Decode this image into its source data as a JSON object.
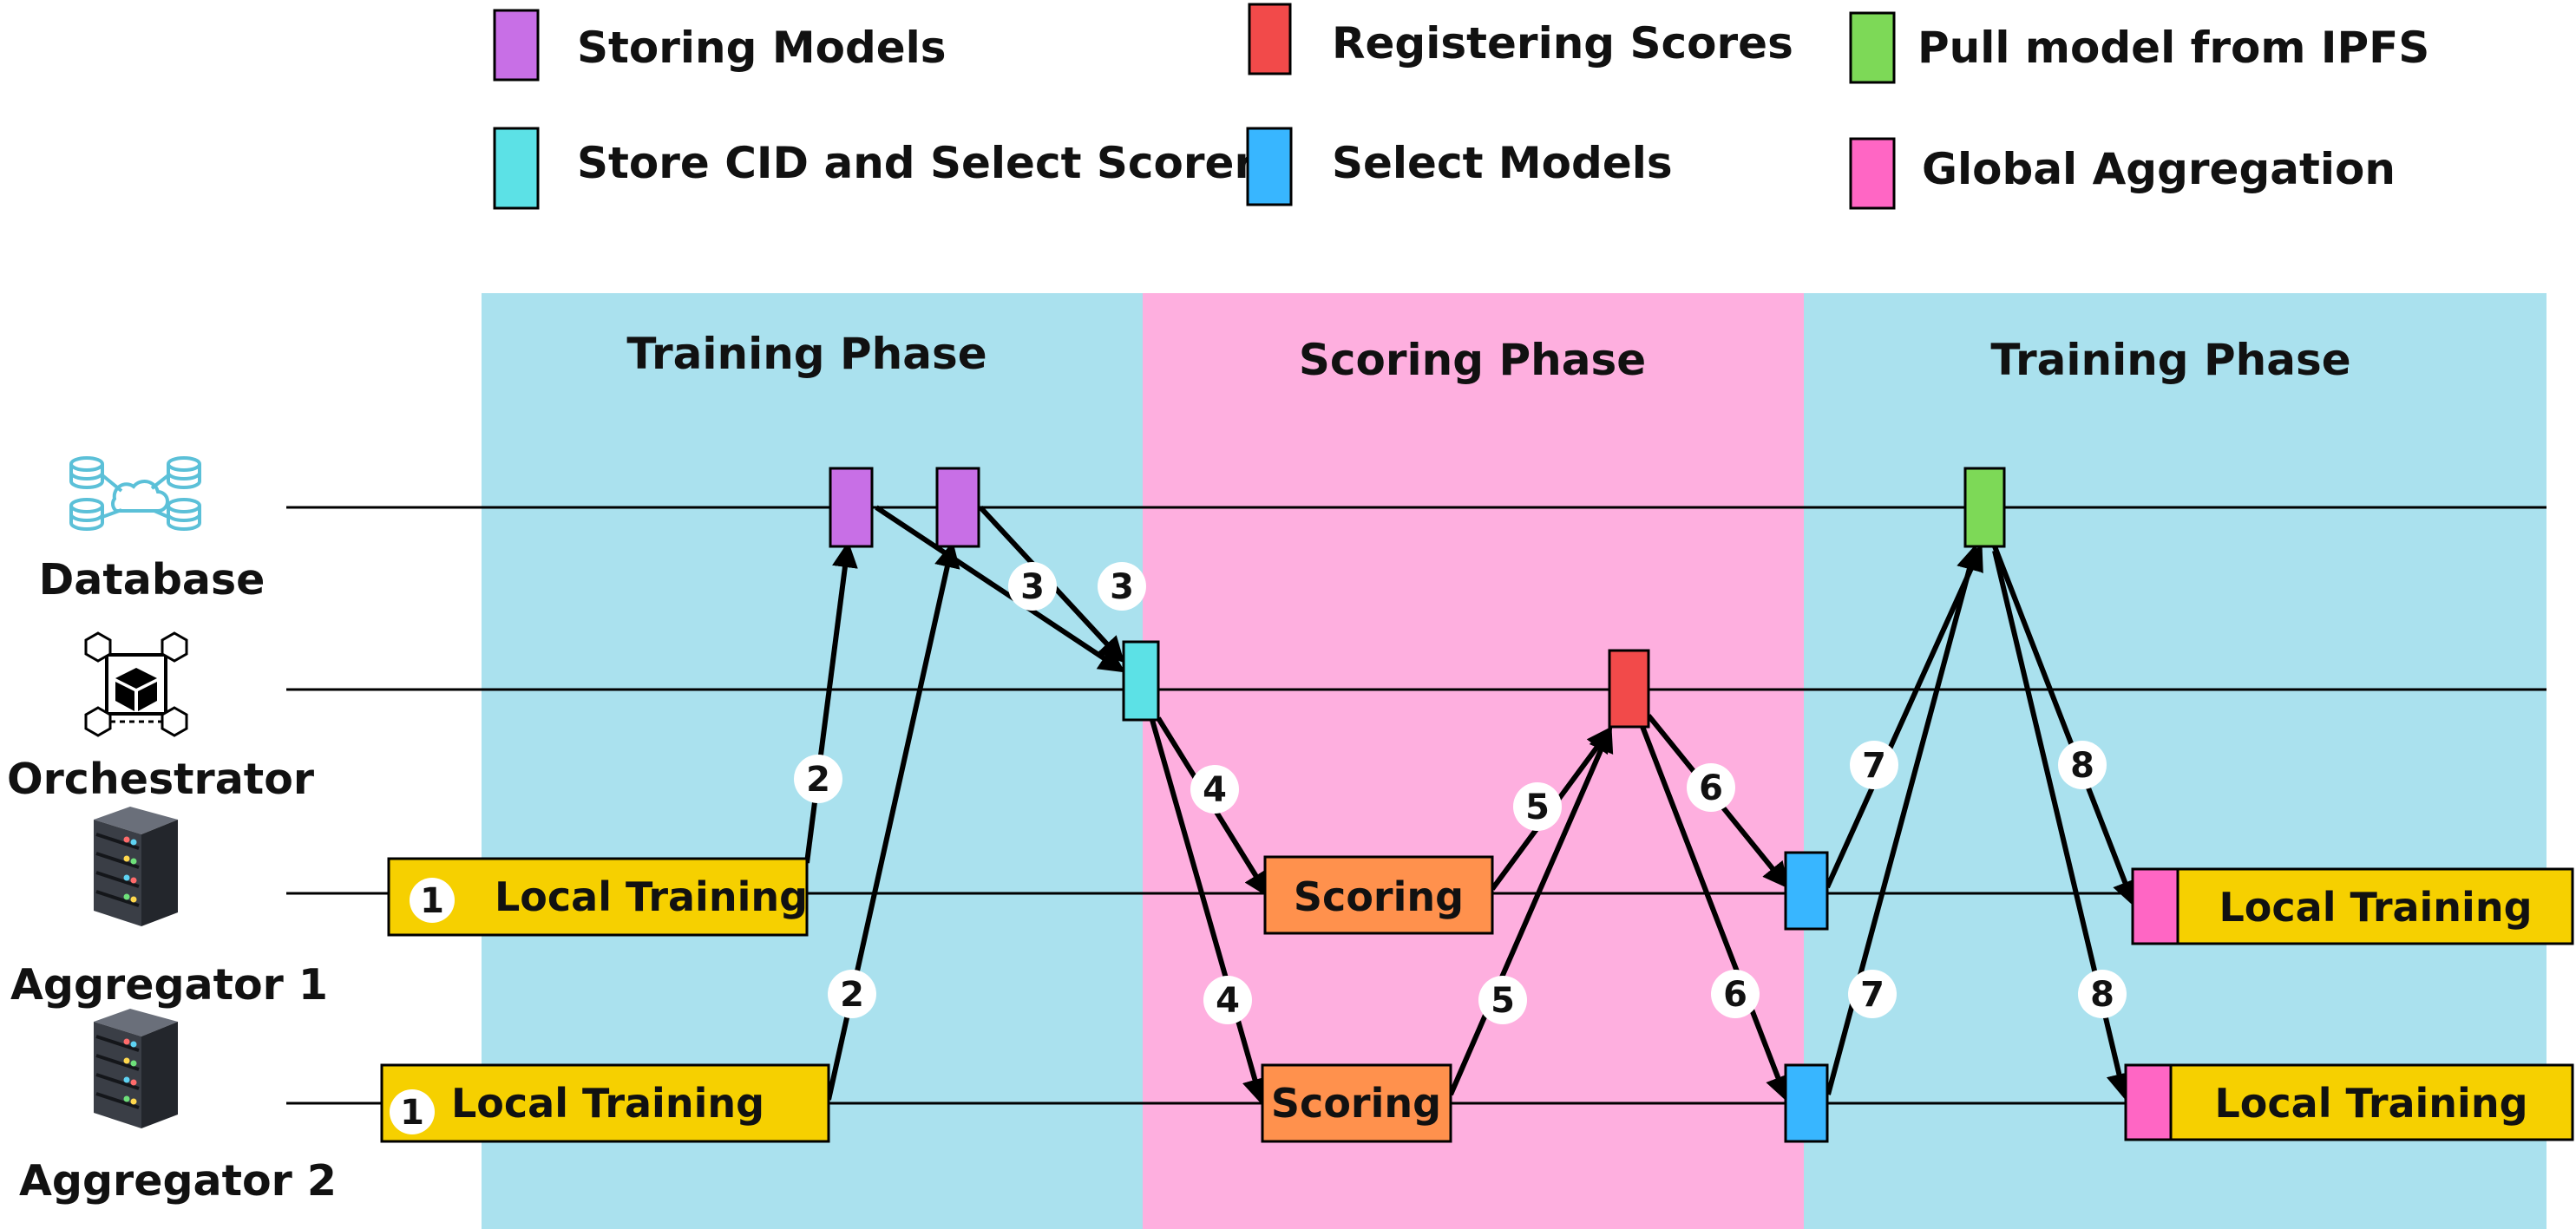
{
  "legend": [
    {
      "label": "Storing Models",
      "color": "#C86FE6"
    },
    {
      "label": "Registering Scores",
      "color": "#F24A4A"
    },
    {
      "label": "Pull model from IPFS",
      "color": "#7DD957"
    },
    {
      "label": "Store CID and Select Scorers",
      "color": "#5CE1E6"
    },
    {
      "label": "Select Models",
      "color": "#38B6FF"
    },
    {
      "label": "Global Aggregation",
      "color": "#FF66C4"
    }
  ],
  "phases": [
    {
      "label": "Training Phase",
      "color": "#AAE1EE"
    },
    {
      "label": "Scoring Phase",
      "color": "#FEAFDF"
    },
    {
      "label": "Training Phase",
      "color": "#AAE1EE"
    }
  ],
  "actors": [
    {
      "label": "Database",
      "icon": "database-cloud-icon"
    },
    {
      "label": "Orchestrator",
      "icon": "blockchain-cube-icon"
    },
    {
      "label": "Aggregator 1",
      "icon": "server-rack-icon"
    },
    {
      "label": "Aggregator 2",
      "icon": "server-rack-icon"
    }
  ],
  "boxes": {
    "a1_local_training": "Local Training",
    "a2_local_training": "Local  Training",
    "a1_scoring": "Scoring",
    "a2_scoring": "Scoring",
    "a1_local_training_final": "Local Training",
    "a2_local_training_final": "Local Training",
    "training_step_number": "1"
  },
  "steps": [
    "2",
    "2",
    "3",
    "3",
    "4",
    "4",
    "5",
    "5",
    "6",
    "6",
    "7",
    "7",
    "8",
    "8"
  ],
  "colors": {
    "local_training": "#F6D000",
    "scoring": "#FF914D"
  }
}
